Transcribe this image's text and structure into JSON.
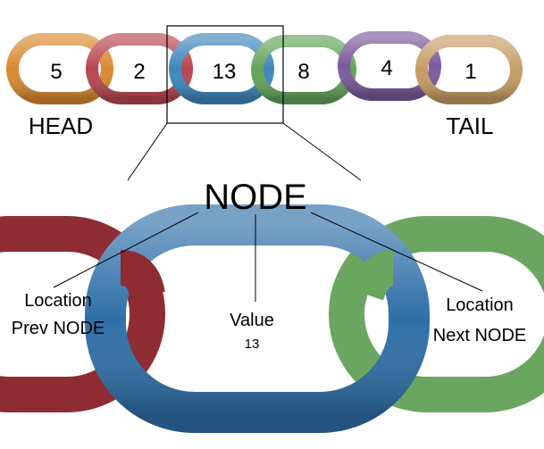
{
  "chain": {
    "links": [
      {
        "value": "5",
        "color": "#d9892f"
      },
      {
        "value": "2",
        "color": "#b8454f"
      },
      {
        "value": "13",
        "color": "#3f86bd"
      },
      {
        "value": "8",
        "color": "#63a35b"
      },
      {
        "value": "4",
        "color": "#7a5a9c"
      },
      {
        "value": "1",
        "color": "#c69c63"
      }
    ],
    "head_label": "HEAD",
    "tail_label": "TAIL"
  },
  "node_detail": {
    "title": "NODE",
    "prev_label_line1": "Location",
    "prev_label_line2": "Prev NODE",
    "value_label": "Value",
    "value_number": "13",
    "next_label_line1": "Location",
    "next_label_line2": "Next NODE",
    "center_color": "#2f6fa8",
    "prev_color": "#8e2b33",
    "next_color": "#6aa65f"
  }
}
